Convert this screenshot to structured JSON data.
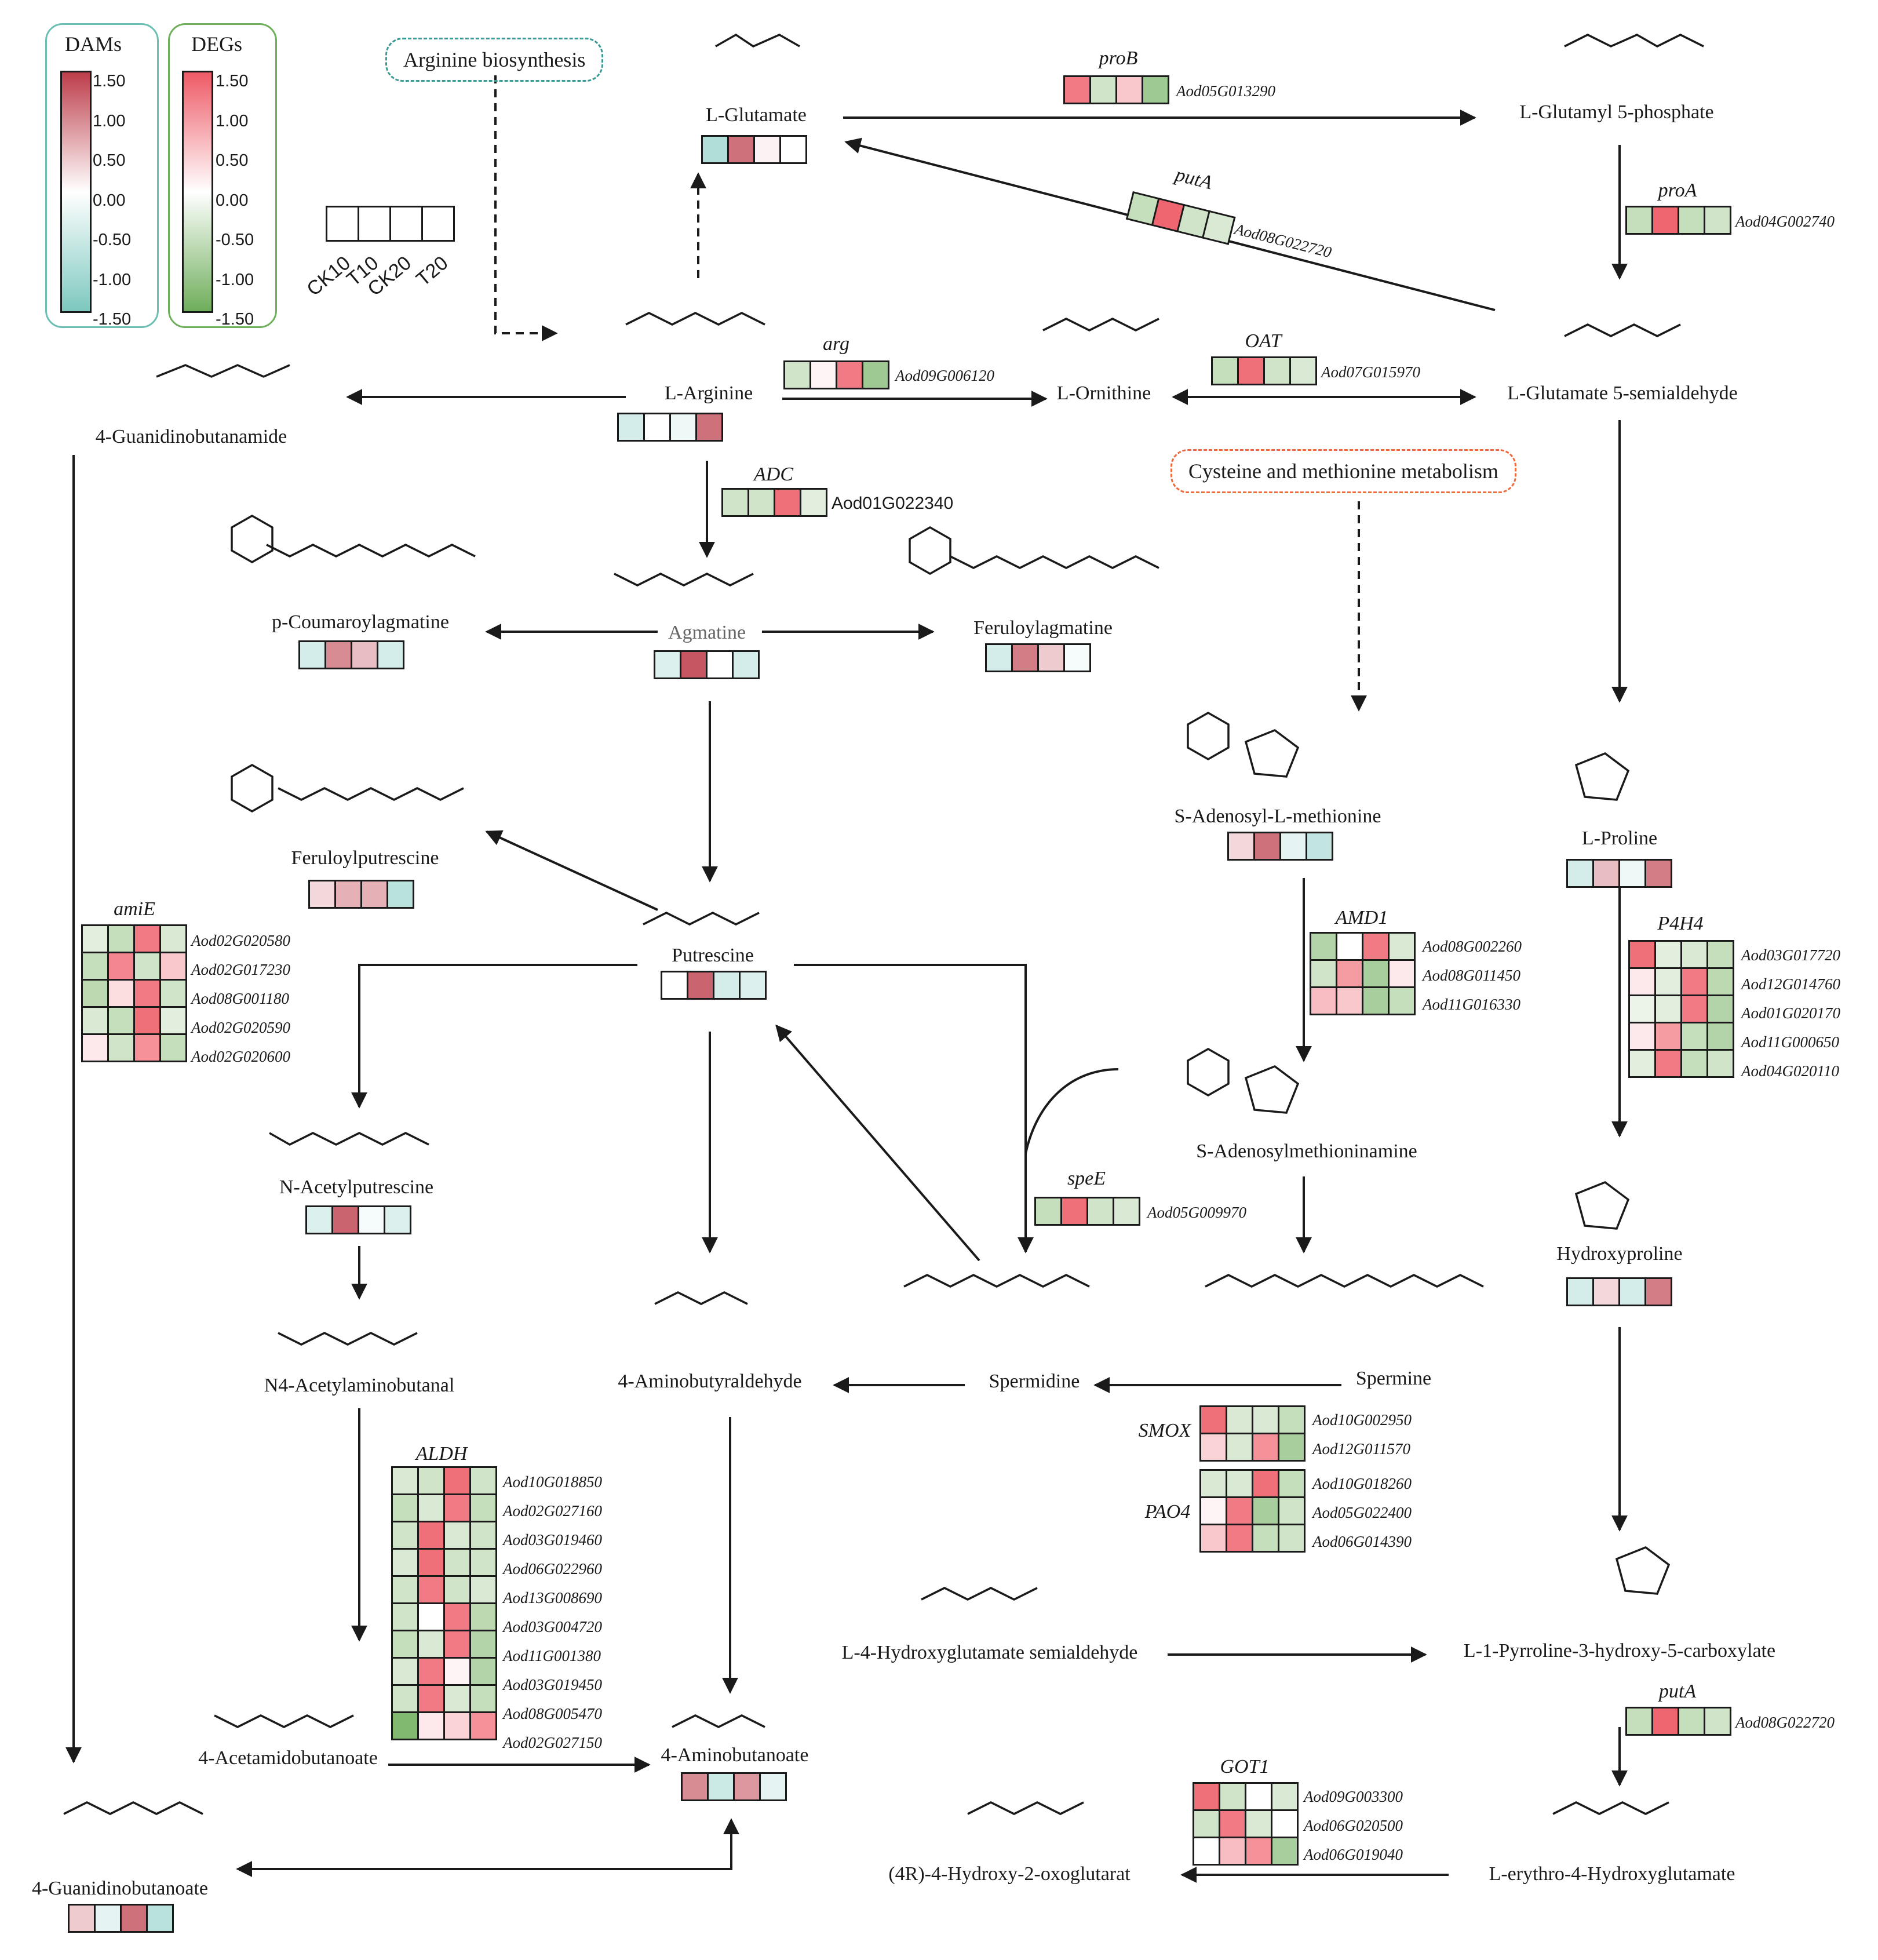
{
  "legend": {
    "dams_title": "DAMs",
    "degs_title": "DEGs",
    "ticks": [
      "1.50",
      "1.00",
      "0.50",
      "0.00",
      "-0.50",
      "-1.00",
      "-1.50"
    ],
    "samples": [
      "CK10",
      "T10",
      "CK20",
      "T20"
    ],
    "dams_gradient": [
      "#bd3d4a",
      "#ffffff",
      "#7dc8bf"
    ],
    "degs_gradient": [
      "#ee5a66",
      "#ffffff",
      "#6fae5b"
    ]
  },
  "pathways": {
    "arginine": "Arginine biosynthesis",
    "cysteine": "Cysteine and methionine metabolism"
  },
  "metabolites": {
    "glutamate": "L-Glutamate",
    "glutamyl5p": "L-Glutamyl 5-phosphate",
    "arginine": "L-Arginine",
    "ornithine": "L-Ornithine",
    "glutamate_semialdehyde": "L-Glutamate 5-semialdehyde",
    "guanidinobutanamide": "4-Guanidinobutanamide",
    "coumaroylagmatine": "p-Coumaroylagmatine",
    "agmatine": "Agmatine",
    "feruloylagmatine": "Feruloylagmatine",
    "feruloylputrescine": "Feruloylputrescine",
    "putrescine": "Putrescine",
    "sam": "S-Adenosyl-L-methionine",
    "samine": "S-Adenosylmethioninamine",
    "proline": "L-Proline",
    "hydroxyproline": "Hydroxyproline",
    "acetylputrescine": "N-Acetylputrescine",
    "acetylaminobutanal": "N4-Acetylaminobutanal",
    "aminobutyraldehyde": "4-Aminobutyraldehyde",
    "spermidine": "Spermidine",
    "spermine": "Spermine",
    "hydroxyglutamate_semialdehyde": "L-4-Hydroxyglutamate semialdehyde",
    "pyrroline": "L-1-Pyrroline-3-hydroxy-5-carboxylate",
    "acetamidobutanoate": "4-Acetamidobutanoate",
    "aminobutanoate": "4-Aminobutanoate",
    "guanidinobutanoate": "4-Guanidinobutanoate",
    "hydroxyoxoglutarat": "(4R)-4-Hydroxy-2-oxoglutarat",
    "erythro_hydroxyglutamate": "L-erythro-4-Hydroxyglutamate"
  },
  "genes": {
    "proB": "proB",
    "putA": "putA",
    "proA": "proA",
    "arg": "arg",
    "OAT": "OAT",
    "ADC": "ADC",
    "amiE": "amiE",
    "AMD1": "AMD1",
    "P4H4": "P4H4",
    "speE": "speE",
    "ALDH": "ALDH",
    "SMOX": "SMOX",
    "PAO4": "PAO4",
    "putA2": "putA",
    "GOT1": "GOT1"
  },
  "accessions": {
    "proB": [
      "Aod05G013290"
    ],
    "putA": [
      "Aod08G022720"
    ],
    "proA": [
      "Aod04G002740"
    ],
    "arg": [
      "Aod09G006120"
    ],
    "OAT": [
      "Aod07G015970"
    ],
    "ADC": [
      "Aod01G022340"
    ],
    "amiE": [
      "Aod02G020580",
      "Aod02G017230",
      "Aod08G001180",
      "Aod02G020590",
      "Aod02G020600"
    ],
    "AMD1": [
      "Aod08G002260",
      "Aod08G011450",
      "Aod11G016330"
    ],
    "P4H4": [
      "Aod03G017720",
      "Aod12G014760",
      "Aod01G020170",
      "Aod11G000650",
      "Aod04G020110"
    ],
    "speE": [
      "Aod05G009970"
    ],
    "ALDH": [
      "Aod10G018850",
      "Aod02G027160",
      "Aod03G019460",
      "Aod06G022960",
      "Aod13G008690",
      "Aod03G004720",
      "Aod11G001380",
      "Aod03G019450",
      "Aod08G005470",
      "Aod02G027150"
    ],
    "SMOX": [
      "Aod10G002950",
      "Aod12G011570"
    ],
    "PAO4": [
      "Aod10G018260",
      "Aod05G022400",
      "Aod06G014390"
    ],
    "putA2": [
      "Aod08G022720"
    ],
    "GOT1": [
      "Aod09G003300",
      "Aod06G020500",
      "Aod06G019040"
    ]
  },
  "heatmaps": {
    "glutamate": [
      [
        -0.9,
        1.1,
        0.1,
        0.0
      ]
    ],
    "arginine": [
      [
        -0.5,
        0.0,
        -0.2,
        1.1
      ]
    ],
    "coumaroylagmatine": [
      [
        -0.5,
        0.9,
        0.5,
        -0.5
      ]
    ],
    "agmatine": [
      [
        -0.4,
        1.3,
        0.0,
        -0.5
      ]
    ],
    "feruloylagmatine": [
      [
        -0.5,
        1.0,
        0.4,
        -0.1
      ]
    ],
    "feruloylputrescine": [
      [
        0.3,
        0.6,
        0.6,
        -0.8
      ]
    ],
    "putrescine": [
      [
        0.0,
        1.2,
        -0.5,
        -0.4
      ]
    ],
    "sam": [
      [
        0.3,
        1.1,
        -0.3,
        -0.7
      ]
    ],
    "proline": [
      [
        -0.5,
        0.5,
        -0.2,
        1.0
      ]
    ],
    "hydroxyproline": [
      [
        -0.5,
        0.3,
        -0.5,
        1.0
      ]
    ],
    "acetylputrescine": [
      [
        -0.4,
        1.2,
        -0.1,
        -0.4
      ]
    ],
    "aminobutanoate": [
      [
        0.9,
        -0.6,
        0.8,
        -0.3
      ]
    ],
    "guanidinobutanoate": [
      [
        0.4,
        -0.3,
        1.1,
        -0.8
      ]
    ],
    "proB": [
      [
        1.2,
        -0.5,
        0.5,
        -1.0
      ]
    ],
    "putA": [
      [
        -0.6,
        1.4,
        -0.5,
        -0.4
      ]
    ],
    "proA": [
      [
        -0.6,
        1.4,
        -0.6,
        -0.5
      ]
    ],
    "arg": [
      [
        -0.5,
        0.1,
        1.2,
        -1.0
      ]
    ],
    "OAT": [
      [
        -0.6,
        1.3,
        -0.5,
        -0.4
      ]
    ],
    "ADC": [
      [
        -0.5,
        -0.5,
        1.3,
        -0.3
      ]
    ],
    "speE": [
      [
        -0.6,
        1.3,
        -0.5,
        -0.4
      ]
    ],
    "putA2": [
      [
        -0.6,
        1.4,
        -0.6,
        -0.5
      ]
    ],
    "amiE": [
      [
        -0.3,
        -0.6,
        1.2,
        -0.4
      ],
      [
        -0.6,
        1.1,
        -0.5,
        0.5
      ],
      [
        -0.7,
        0.3,
        1.2,
        -0.5
      ],
      [
        -0.4,
        -0.6,
        1.3,
        -0.3
      ],
      [
        0.2,
        -0.5,
        1.0,
        -0.6
      ]
    ],
    "AMD1": [
      [
        -0.8,
        0.0,
        1.2,
        -0.4
      ],
      [
        -0.5,
        0.9,
        -0.9,
        0.2
      ],
      [
        0.6,
        0.5,
        -0.9,
        -0.6
      ]
    ],
    "P4H4": [
      [
        1.3,
        -0.3,
        -0.4,
        -0.6
      ],
      [
        0.2,
        -0.3,
        1.2,
        -0.7
      ],
      [
        -0.2,
        -0.3,
        1.2,
        -0.8
      ],
      [
        0.2,
        0.9,
        -0.6,
        -0.8
      ],
      [
        -0.3,
        1.2,
        -0.6,
        -0.5
      ]
    ],
    "ALDH": [
      [
        -0.4,
        -0.5,
        1.3,
        -0.5
      ],
      [
        -0.6,
        -0.4,
        1.2,
        -0.6
      ],
      [
        -0.5,
        1.3,
        -0.4,
        -0.5
      ],
      [
        -0.4,
        1.3,
        -0.5,
        -0.5
      ],
      [
        -0.5,
        1.2,
        -0.5,
        -0.4
      ],
      [
        -0.5,
        0.0,
        1.2,
        -0.7
      ],
      [
        -0.6,
        -0.4,
        1.2,
        -0.8
      ],
      [
        -0.4,
        1.2,
        0.1,
        -0.8
      ],
      [
        -0.5,
        1.2,
        -0.4,
        -0.6
      ],
      [
        -1.3,
        0.2,
        0.4,
        1.0
      ]
    ],
    "SMOX": [
      [
        1.3,
        -0.4,
        -0.4,
        -0.6
      ],
      [
        0.4,
        -0.4,
        1.0,
        -0.9
      ]
    ],
    "PAO4": [
      [
        -0.4,
        -0.4,
        1.3,
        -0.6
      ],
      [
        0.1,
        1.2,
        -0.9,
        -0.5
      ],
      [
        0.5,
        1.2,
        -0.6,
        -0.5
      ]
    ],
    "GOT1": [
      [
        1.3,
        -0.5,
        0.0,
        -0.4
      ],
      [
        -0.5,
        1.2,
        -0.4,
        0.0
      ],
      [
        0.0,
        0.6,
        1.0,
        -0.9
      ]
    ]
  }
}
